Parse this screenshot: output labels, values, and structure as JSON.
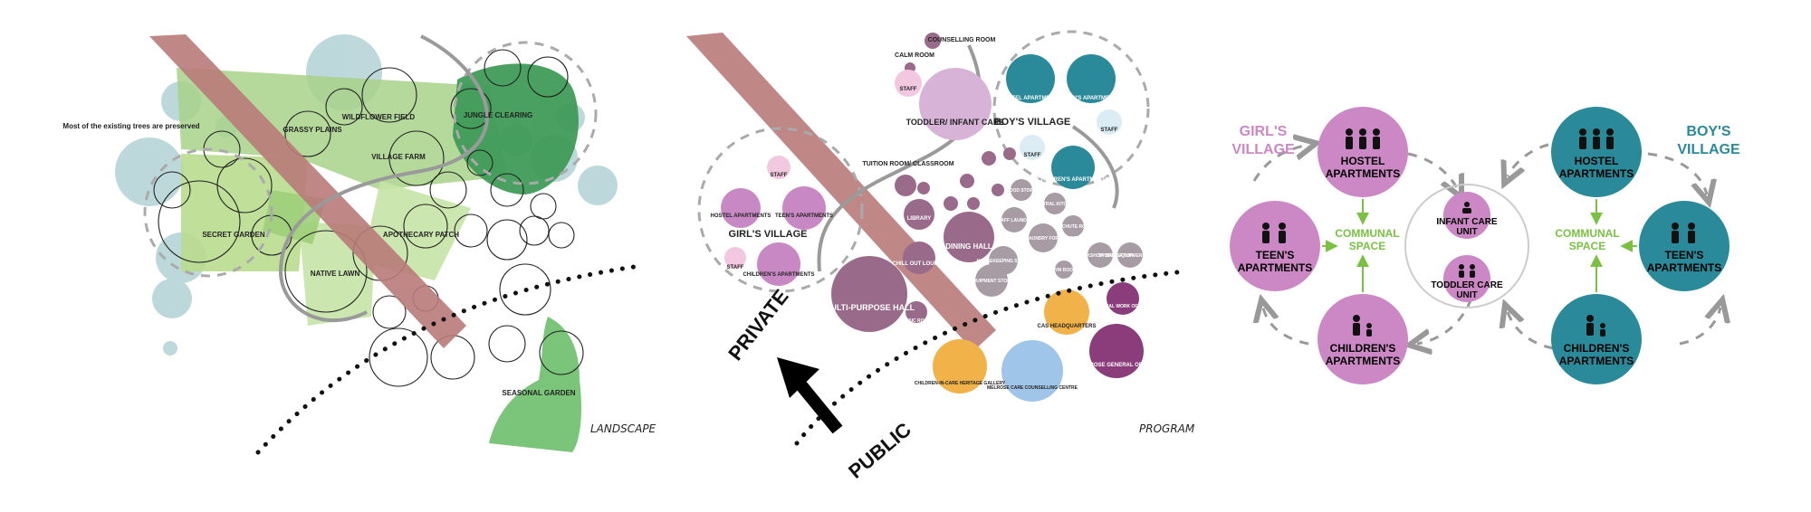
{
  "colors": {
    "pink": "#cc88c4",
    "teal": "#2b8a99",
    "green": "#7ac143",
    "dark_green": "#3f9b57",
    "light_green": "#b9dc8e",
    "rose_band": "#b87a78",
    "mauve": "#9a6a8a",
    "gray": "#a79ca4",
    "orange": "#f1b24a",
    "light_blue": "#9fc6e8",
    "purple": "#8a3d7a"
  },
  "landscape": {
    "annotation": "Most of the existing trees are preserved",
    "zones": [
      "GRASSY PLAINS",
      "WILDFLOWER FIELD",
      "JUNGLE CLEARING",
      "VILLAGE FARM",
      "SECRET GARDEN",
      "APOTHECARY PATCH",
      "NATIVE LAWN",
      "SEASONAL GARDEN"
    ],
    "caption": "LANDSCAPE"
  },
  "program": {
    "rooms": {
      "calm": "CALM ROOM",
      "counselling": "COUNSELLING ROOM",
      "staff1": "STAFF",
      "toddler": "TODDLER/ INFANT CARE",
      "boys_village": "BOY'S VILLAGE",
      "hostel_b": "HOSTEL APARTMENTS",
      "teens_b": "TEEN'S APARTMENTS",
      "staff_b1": "STAFF",
      "staff_b2": "STAFF",
      "children_b": "CHILDREN'S APARTMENTS",
      "tuition": "TUITION ROOM/ CLASSROOM",
      "girls_village": "GIRL'S VILLAGE",
      "staff_g1": "STAFF",
      "staff_g2": "STAFF",
      "hostel_g": "HOSTEL APARTMENTS",
      "teens_g": "TEEN'S APARTMENTS",
      "children_g": "CHILDREN'S APARTMENTS",
      "library": "LIBRARY",
      "dining": "DINING HALL",
      "chill": "CHILL OUT LOUNGE",
      "multipurpose": "MULTI-PURPOSE HALL",
      "music": "MUSIC ROOM",
      "food": "FOOD STORE",
      "central_kitchen": "CENTRAL KITCHEN",
      "staff_laundry": "STAFF LAUNDRY",
      "bin": "BIN CHUTE ROOM",
      "central_laundry": "CENTRAL LAUNDRY FOR CHILDREN",
      "housekeeping": "HOUSEKEEPING STORE",
      "equipment": "EQUIPMENT STORE",
      "gym": "GYM ROOM",
      "workshop": "DIY WORKSHOP/ SIMULATION",
      "sports": "SPORTS EQUIPMENT STORE",
      "social": "SOCIAL WORK OFFICE",
      "cas": "CAS HEADQUARTERS",
      "gallery": "CHILDREN-IN-CARE HERITAGE GALLERY",
      "melrose_care": "MELROSE CARE COUNSELLING CENTRE",
      "melrose_office": "MELROSE GENERAL OFFICE"
    },
    "private": "PRIVATE",
    "public": "PUBLIC",
    "caption": "PROGRAM"
  },
  "relations": {
    "girls_title_1": "GIRL'S",
    "girls_title_2": "VILLAGE",
    "boys_title_1": "BOY'S",
    "boys_title_2": "VILLAGE",
    "hostel_1": "HOSTEL",
    "hostel_2": "APARTMENTS",
    "teen_1": "TEEN'S",
    "teen_2": "APARTMENTS",
    "children_1": "CHILDREN'S",
    "children_2": "APARTMENTS",
    "communal_1": "COMMUNAL",
    "communal_2": "SPACE",
    "infant_1": "INFANT CARE",
    "infant_2": "UNIT",
    "toddler_1": "TODDLER CARE",
    "toddler_2": "UNIT"
  }
}
